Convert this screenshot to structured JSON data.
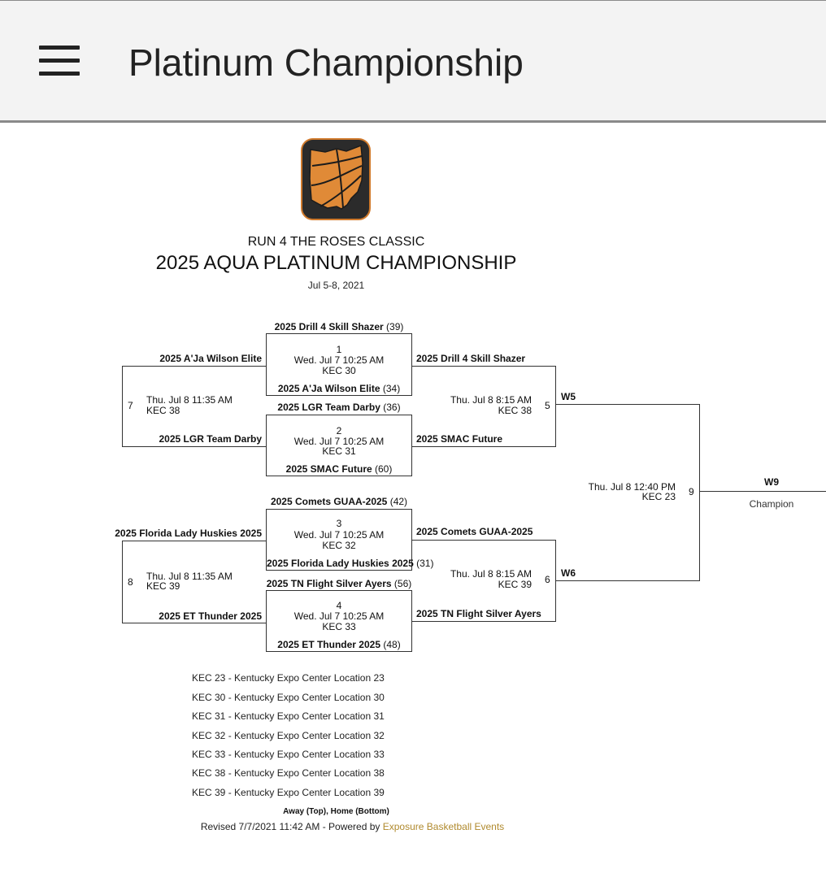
{
  "header": {
    "title": "Platinum Championship",
    "menu_icon": "hamburger-menu-icon"
  },
  "event": {
    "subtitle": "RUN 4 THE ROSES CLASSIC",
    "title": "2025 AQUA PLATINUM CHAMPIONSHIP",
    "dates": "Jul 5-8, 2021",
    "logo_icon": "ohio-basketball-logo",
    "colors": {
      "logo_orange": "#e08a37",
      "logo_dark": "#2b2b2b"
    }
  },
  "bracket": {
    "round1": [
      {
        "number": "1",
        "time": "Wed. Jul 7 10:25 AM",
        "location": "KEC 30",
        "away": "2025 Drill 4 Skill Shazer",
        "away_score": "(39)",
        "home": "2025 A'Ja Wilson Elite",
        "home_score": "(34)"
      },
      {
        "number": "2",
        "time": "Wed. Jul 7 10:25 AM",
        "location": "KEC 31",
        "away": "2025 LGR Team Darby",
        "away_score": "(36)",
        "home": "2025 SMAC Future",
        "home_score": "(60)"
      },
      {
        "number": "3",
        "time": "Wed. Jul 7 10:25 AM",
        "location": "KEC 32",
        "away": "2025 Comets GUAA-2025",
        "away_score": "(42)",
        "home": "2025 Florida Lady Huskies 2025",
        "home_score": "(31)"
      },
      {
        "number": "4",
        "time": "Wed. Jul 7 10:25 AM",
        "location": "KEC 33",
        "away": "2025 TN Flight Silver Ayers",
        "away_score": "(56)",
        "home": "2025 ET Thunder 2025",
        "home_score": "(48)"
      }
    ],
    "consolation": [
      {
        "number": "7",
        "time": "Thu. Jul 8 11:35 AM",
        "location": "KEC 38",
        "top": "2025 A'Ja Wilson Elite",
        "bottom": "2025 LGR Team Darby"
      },
      {
        "number": "8",
        "time": "Thu. Jul 8 11:35 AM",
        "location": "KEC 39",
        "top": "2025 Florida Lady Huskies 2025",
        "bottom": "2025 ET Thunder 2025"
      }
    ],
    "semis": [
      {
        "number": "5",
        "time": "Thu. Jul 8 8:15 AM",
        "location": "KEC 38",
        "top": "2025 Drill 4 Skill Shazer",
        "bottom": "2025 SMAC Future",
        "winner_label": "W5"
      },
      {
        "number": "6",
        "time": "Thu. Jul 8 8:15 AM",
        "location": "KEC 39",
        "top": "2025 Comets GUAA-2025",
        "bottom": "2025 TN Flight Silver Ayers",
        "winner_label": "W6"
      }
    ],
    "final": {
      "number": "9",
      "time": "Thu. Jul 8 12:40 PM",
      "location": "KEC 23",
      "winner_label": "W9",
      "champion_label": "Champion"
    }
  },
  "locations": [
    "KEC 23 - Kentucky Expo Center Location 23",
    "KEC 30 - Kentucky Expo Center Location 30",
    "KEC 31 - Kentucky Expo Center Location 31",
    "KEC 32 - Kentucky Expo Center Location 32",
    "KEC 33 - Kentucky Expo Center Location 33",
    "KEC 38 - Kentucky Expo Center Location 38",
    "KEC 39 - Kentucky Expo Center Location 39"
  ],
  "footer": {
    "note": "Away (Top), Home (Bottom)",
    "revised": "Revised 7/7/2021 11:42 AM - Powered by ",
    "powered_link": "Exposure Basketball Events"
  }
}
